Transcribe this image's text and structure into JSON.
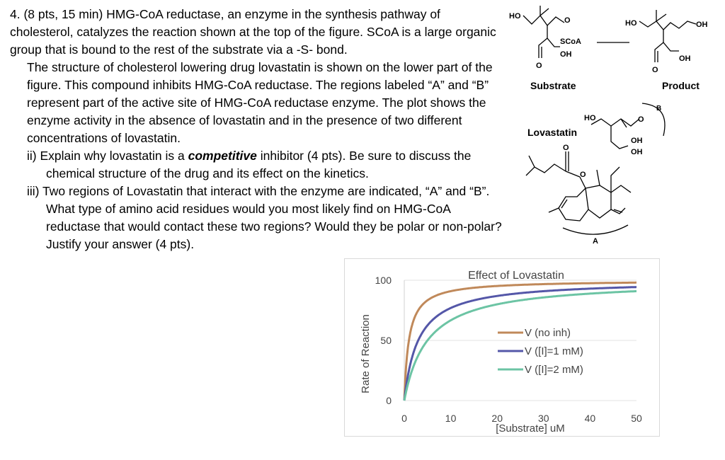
{
  "question": {
    "header": "4. (8 pts, 15 min) HMG-CoA reductase, an enzyme in the synthesis pathway of cholesterol, catalyzes the reaction shown at the top of the figure. SCoA is a large organic group that is bound to the rest of the substrate via a -S- bond.",
    "para2": "The structure of cholesterol lowering drug lovastatin is shown on the lower part of the figure. This compound inhibits HMG-CoA reductase.  The regions labeled “A” and “B” represent part of the active site of HMG-CoA reductase enzyme.  The plot shows the enzyme activity in the absence of lovastatin and in the presence of two different concentrations of lovastatin.",
    "part_ii_prefix": "ii) Explain why lovastatin is a ",
    "part_ii_emph": "competitive",
    "part_ii_suffix": " inhibitor (4 pts). Be sure to discuss the chemical structure of the drug and its effect on the kinetics.",
    "part_iii": "iii) Two regions of Lovastatin that interact with the enzyme are indicated, “A” and “B”.  What type of amino acid residues would you most likely find on HMG-CoA reductase that would contact these two regions? Would they be polar or non-polar? Justify your answer (4 pts)."
  },
  "figure": {
    "substrate_label": "Substrate",
    "product_label": "Product",
    "lovastatin_label": "Lovastatin",
    "region_a": "A",
    "region_b": "B",
    "atoms": {
      "ho": "HO",
      "o": "O",
      "scoa": "SCoA",
      "oh": "OH"
    }
  },
  "chart_data": {
    "type": "line",
    "title": "Effect of Lovastatin",
    "xlabel": "[Substrate] uM",
    "ylabel": "Rate of Reaction",
    "xlim": [
      0,
      50
    ],
    "ylim": [
      0,
      100
    ],
    "x_ticks": [
      "0",
      "10",
      "20",
      "30",
      "40",
      "50"
    ],
    "y_ticks": [
      "0",
      "50",
      "100"
    ],
    "legend_position": "center-right",
    "series": [
      {
        "name": "V (no inh)",
        "color": "#c0895a",
        "vmax": 100,
        "km": 1.0
      },
      {
        "name": "V ([I]=1 mM)",
        "color": "#5457a8",
        "vmax": 100,
        "km": 3.0
      },
      {
        "name": "V ([I]=2 mM)",
        "color": "#6cc4a4",
        "vmax": 100,
        "km": 5.0
      }
    ],
    "x": [
      0,
      0.25,
      0.5,
      1,
      1.5,
      2,
      3,
      4,
      5,
      6,
      8,
      10,
      12,
      15,
      20,
      25,
      30,
      35,
      40,
      45,
      50
    ],
    "grid": "horizontal"
  }
}
